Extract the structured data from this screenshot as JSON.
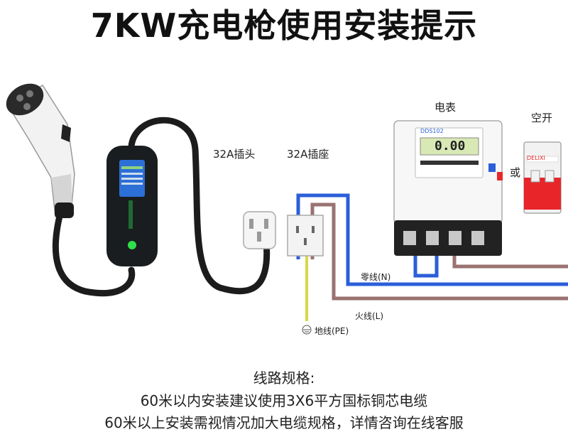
{
  "title": "7KW充电枪使用安装提示",
  "labels": {
    "plug": "32A插头",
    "socket": "32A插座",
    "meter": "电表",
    "breaker": "空开",
    "or": "或",
    "neutral": "零线(N)",
    "live": "火线(L)",
    "ground": "地线(PE)",
    "meter_reading": "0.00",
    "meter_model": "DDS102",
    "brand": "DELIXI"
  },
  "specs": {
    "heading": "线路规格:",
    "line1": "60米以内安装建议使用3X6平方国标铜芯电缆",
    "line2": "60米以上安装需视情况加大电缆规格，详情咨询在线客服"
  },
  "colors": {
    "neutral_wire": "#2b5fd9",
    "live_wire": "#9a7272",
    "ground_wire": "#d8d84a",
    "breaker_red": "#e8262a",
    "charger_body": "#1a1d1f",
    "indicator_green": "#2fe04a"
  }
}
